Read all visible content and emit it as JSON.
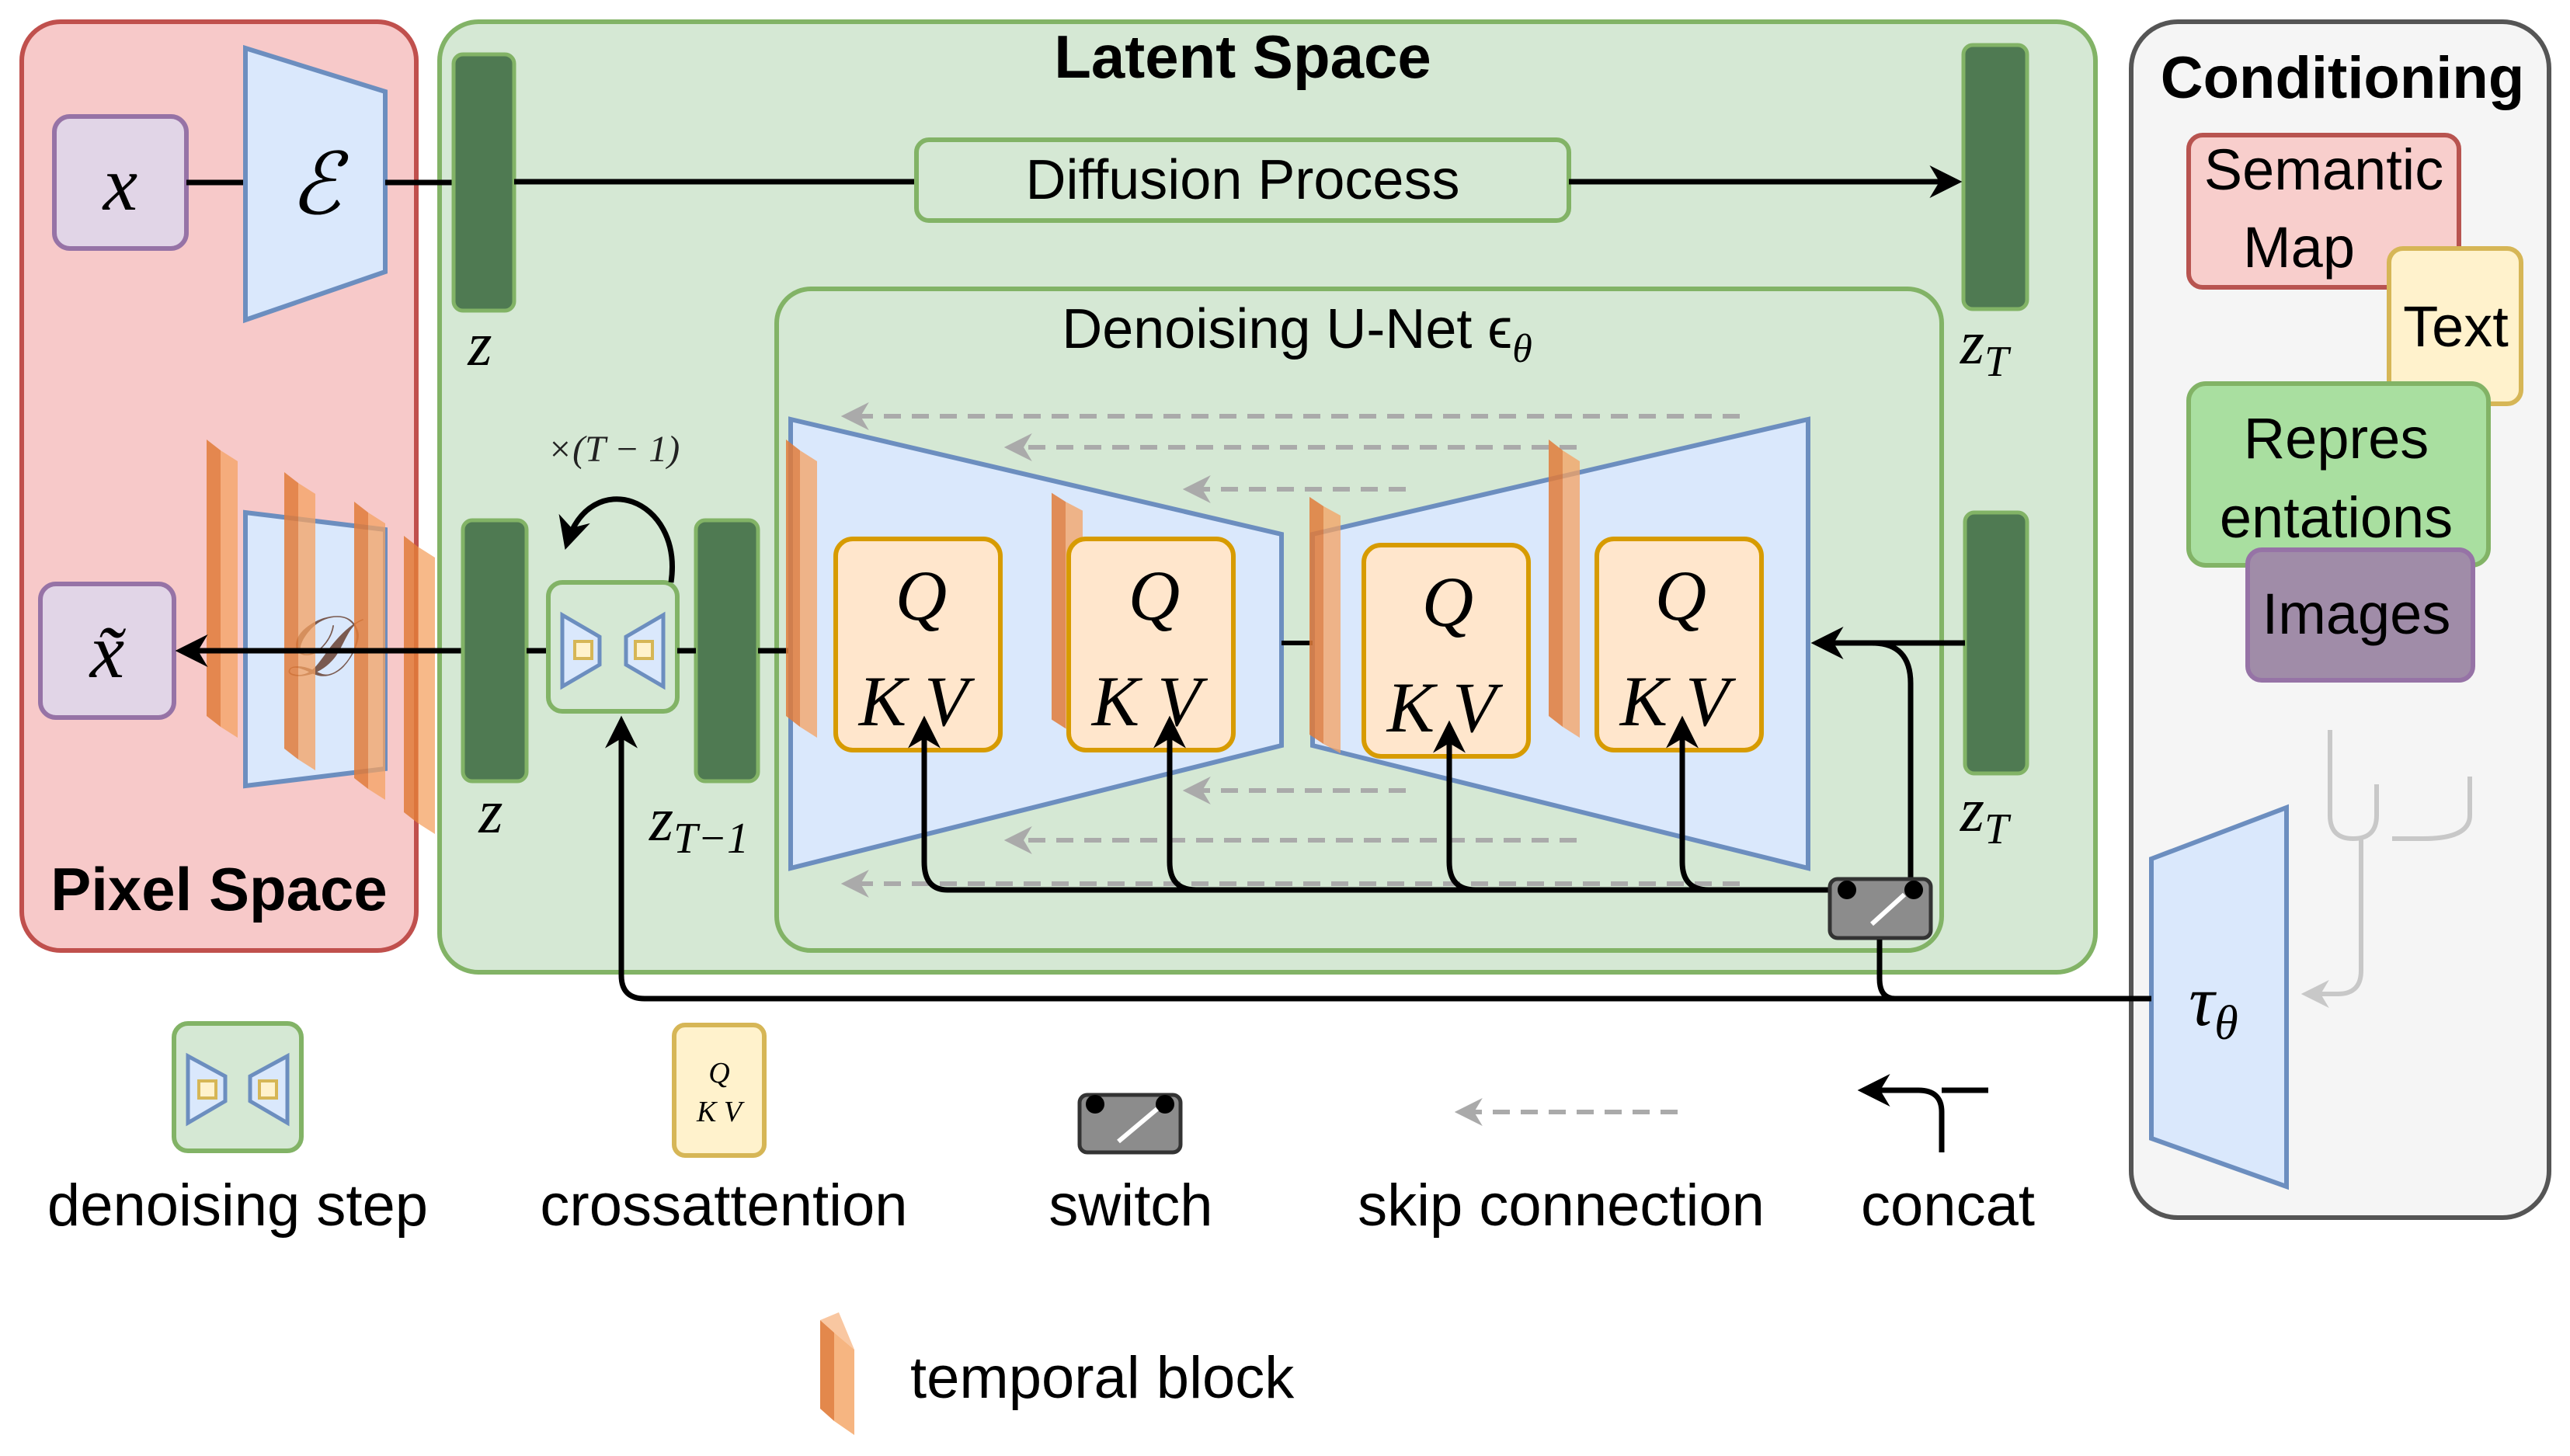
{
  "regions": {
    "pixel_space": "Pixel Space",
    "latent_space": "Latent Space",
    "conditioning": "Conditioning"
  },
  "nodes": {
    "x": "x",
    "x_tilde": "x̃",
    "encoder": "ℰ",
    "decoder": "𝒟",
    "z_top": "z",
    "z_mid": "z",
    "z_t_top": "z",
    "z_t_top_sub": "T",
    "z_t_mid": "z",
    "z_t_mid_sub": "T",
    "z_t_minus_1": "z",
    "z_t_minus_1_sub": "T−1",
    "loop_label": "×(T − 1)",
    "diffusion_process": "Diffusion Process",
    "unet_title": "Denoising U-Net ϵ",
    "unet_title_sub": "θ",
    "attention_q": "Q",
    "attention_kv": "K V",
    "tau": "τ",
    "tau_sub": "θ"
  },
  "conditioning_items": {
    "semantic_map": "Semantic Map",
    "text": "Text",
    "representations": "Repres entations",
    "images": "Images"
  },
  "legend": {
    "denoising_step": "denoising step",
    "crossattention": "crossattention",
    "crossattention_q": "Q",
    "crossattention_kv": "K V",
    "switch": "switch",
    "skip_connection": "skip connection",
    "concat": "concat",
    "temporal_block": "temporal block"
  },
  "colors": {
    "pixel_fill": "#f7c9c9",
    "pixel_stroke": "#c0504d",
    "latent_fill": "#d5e8d4",
    "latent_stroke": "#82b366",
    "cond_fill": "#f5f5f5",
    "cond_stroke": "#666666",
    "latent_bar": "#4f7a52",
    "unet_fill": "#dae8fc",
    "unet_stroke": "#6c8ebf",
    "attn_fill": "#ffe6cc",
    "attn_stroke": "#d79b00",
    "temporal": "#f4a261",
    "node_fill": "#e1d5e7",
    "node_stroke": "#9673a6",
    "text_fill": "#fff2cc",
    "text_stroke": "#d6b656",
    "images_fill": "#a08ca8",
    "switch_fill": "#8c8c8c"
  }
}
